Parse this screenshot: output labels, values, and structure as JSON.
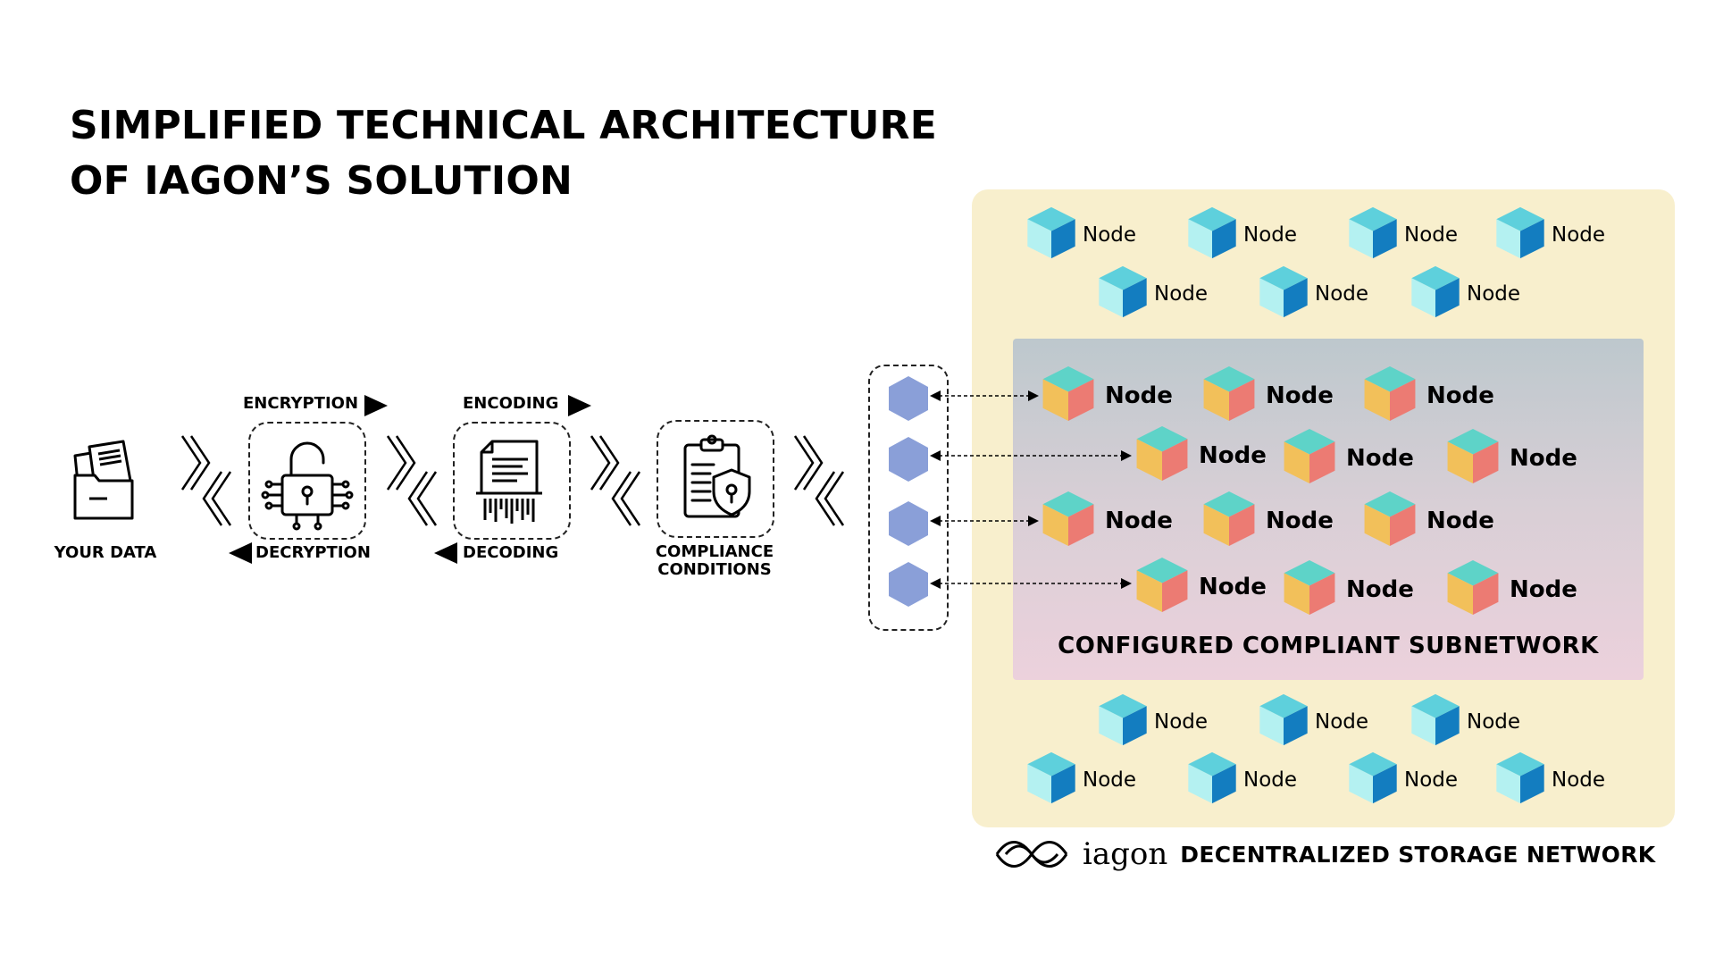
{
  "title": {
    "line1": "SIMPLIFIED TECHNICAL ARCHITECTURE",
    "line2": "OF IAGON’S SOLUTION"
  },
  "pipeline": {
    "your_data": "YOUR DATA",
    "encryption": "ENCRYPTION",
    "decryption": "DECRYPTION",
    "encoding": "ENCODING",
    "decoding": "DECODING",
    "compliance_line1": "COMPLIANCE",
    "compliance_line2": "CONDITIONS"
  },
  "network": {
    "node_label": "Node",
    "subnet_label": "CONFIGURED COMPLIANT SUBNETWORK",
    "brand": "iagon",
    "caption": "DECENTRALIZED STORAGE NETWORK"
  },
  "colors": {
    "network_bg": "#f8efcd",
    "subnet_top": "#bdc8cd",
    "subnet_bottom": "#ecd1dc",
    "cube_blue_top": "#5ed0dc",
    "cube_blue_left": "#b4f1f1",
    "cube_blue_right": "#137dc0",
    "cube_warm_top": "#5ed3c8",
    "cube_warm_left": "#f2c05a",
    "cube_warm_right": "#ec7b73",
    "hexagon": "#8a9fd8"
  },
  "icons": [
    "folder-documents-icon",
    "unlocked-padlock-circuit-icon",
    "document-barcode-icon",
    "clipboard-shield-lock-icon",
    "hexagon-icon",
    "cube-icon",
    "iagon-logo-icon"
  ]
}
